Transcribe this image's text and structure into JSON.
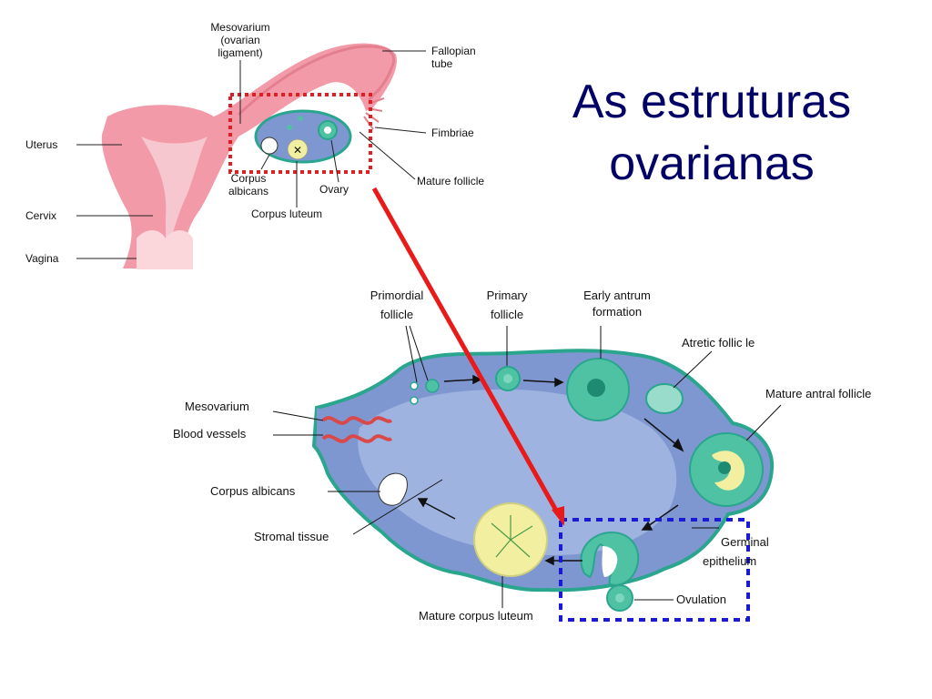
{
  "title": {
    "line1": "As estruturas",
    "line2": "ovarianas"
  },
  "colors": {
    "uterus": "#f29aa8",
    "uterus_inner": "#f7c0c8",
    "ovary_fill": "#7f97d0",
    "ovary_inner": "#9fb3e0",
    "ovary_edge": "#2aa58e",
    "follicle": "#4fc2a4",
    "corpus_luteum": "#f2f0a0",
    "red_box": "#e02020",
    "blue_box": "#1a1ad6",
    "arrow": "#e81a1a"
  },
  "top_labels": {
    "mesovarium": [
      "Mesovarium",
      "(ovarian",
      "ligament)"
    ],
    "fallopian": [
      "Fallopian",
      "tube"
    ],
    "fimbriae": "Fimbriae",
    "uterus": "Uterus",
    "cervix": "Cervix",
    "vagina": "Vagina",
    "corpus_albicans": [
      "Corpus",
      "albicans"
    ],
    "ovary": "Ovary",
    "mature_follicle": "Mature follicle",
    "corpus_luteum": "Corpus luteum"
  },
  "bottom_labels": {
    "primordial": [
      "Primordial",
      "follicle"
    ],
    "primary": [
      "Primary",
      "follicle"
    ],
    "early_antrum": [
      "Early antrum",
      "formation"
    ],
    "atretic": "Atretic follic le",
    "mature_antral": "Mature antral follicle",
    "mesovarium": "Mesovarium",
    "blood_vessels": "Blood vessels",
    "corpus_albicans": "Corpus albicans",
    "stromal": "Stromal tissue",
    "germinal": [
      "Germinal",
      "epithelium"
    ],
    "ovulation": "Ovulation",
    "mature_corpus_luteum": "Mature corpus luteum"
  }
}
